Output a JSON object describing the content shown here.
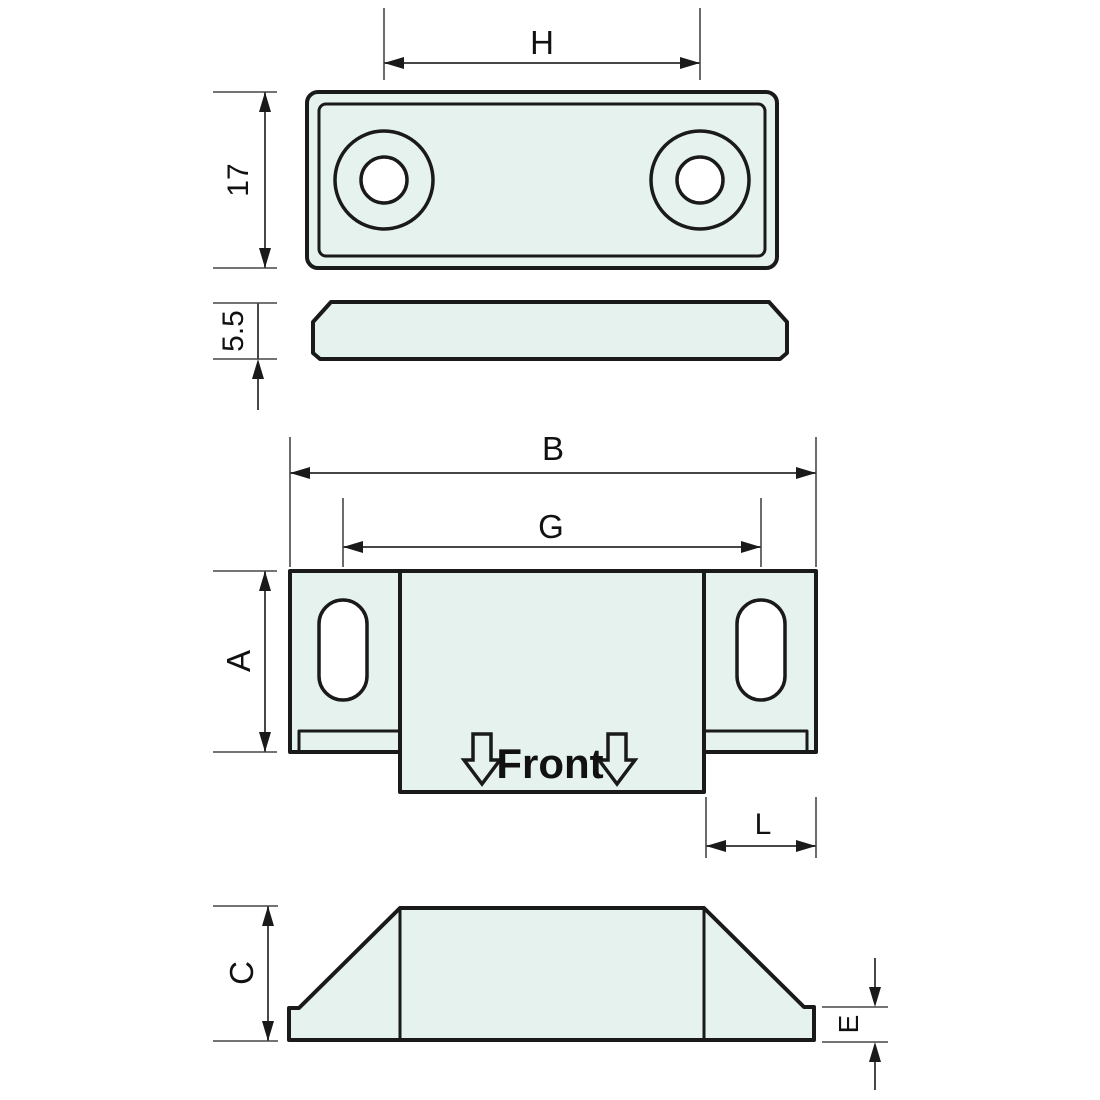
{
  "diagram": {
    "description": "technical dimension drawing of magnetic catch hardware, four orthographic views",
    "labels": {
      "h": "H",
      "plate_height": "17",
      "plate_thickness": "5.5",
      "b": "B",
      "g": "G",
      "a": "A",
      "l": "L",
      "c": "C",
      "e": "E",
      "front": "Front"
    },
    "colors": {
      "part_fill": "#e5f2ee",
      "outline": "#1a1a1a",
      "dimension_lines": "#474747",
      "text": "#111111",
      "background": "#ffffff"
    }
  }
}
